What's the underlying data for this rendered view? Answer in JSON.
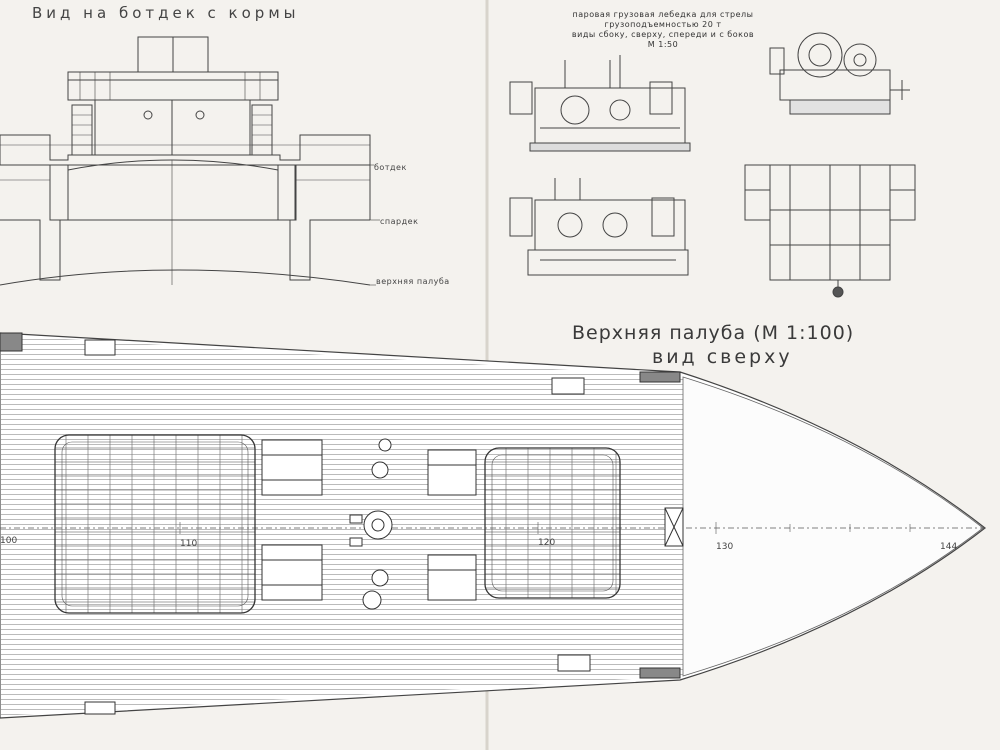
{
  "drawing": {
    "stern_view_title": "Вид на ботдек с кормы",
    "levels": {
      "boat_deck": "ботдек",
      "spar_deck": "спардек",
      "upper_deck": "верхняя палуба"
    },
    "winch_caption": {
      "line1": "паровая грузовая лебедка для стрелы",
      "line2": "грузоподъемностью  20 т",
      "line3": "виды сбоку, сверху, спереди и с боков",
      "line4": "М 1:50"
    },
    "deck_plan_title": "Верхняя палуба (М 1:100)",
    "deck_plan_subtitle": "вид сверху",
    "frame_numbers": [
      "100",
      "110",
      "120",
      "130",
      "144"
    ]
  }
}
